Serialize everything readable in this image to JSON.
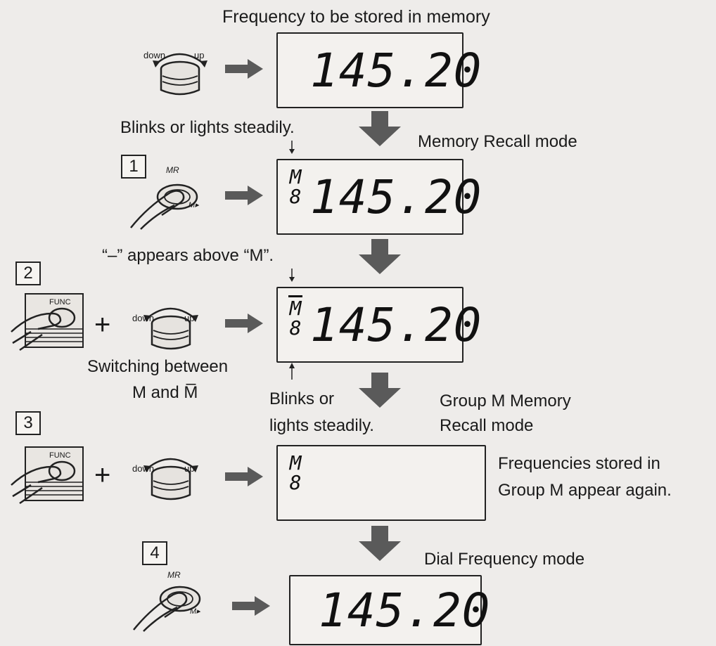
{
  "title": "Frequency to be stored in memory",
  "displays": {
    "d0": {
      "freq": "145.20"
    },
    "d1": {
      "freq": "145.20",
      "channel": "M",
      "group": "8"
    },
    "d2": {
      "freq": "145.20",
      "channel": "M",
      "group": "8"
    },
    "d3": {
      "channel": "M",
      "group": "8"
    },
    "d4": {
      "freq": "145.20"
    }
  },
  "steps": {
    "s1": "1",
    "s2": "2",
    "s3": "3",
    "s4": "4"
  },
  "knob": {
    "down": "down",
    "up": "up"
  },
  "mr_key": {
    "top": "MR",
    "bottom": "M▸"
  },
  "func_key": {
    "label": "FUNC"
  },
  "plus": "+",
  "annotations": {
    "blinks_1": "Blinks or lights steadily.",
    "memory_recall_mode": "Memory Recall mode",
    "dash_above_m": "“–” appears above “M”.",
    "switching_1": "Switching between",
    "switching_2": "M and M̅",
    "blinks_or": "Blinks or",
    "lights_steadily": "lights steadily.",
    "group_m_1": "Group M Memory",
    "group_m_2": "Recall mode",
    "freq_stored_1": "Frequencies stored in",
    "freq_stored_2": "Group M appear again.",
    "dial_frequency_mode": "Dial Frequency mode"
  },
  "colors": {
    "arrow": "#5a5a5a",
    "ink": "#1a1a1a",
    "paper": "#eeecea"
  }
}
